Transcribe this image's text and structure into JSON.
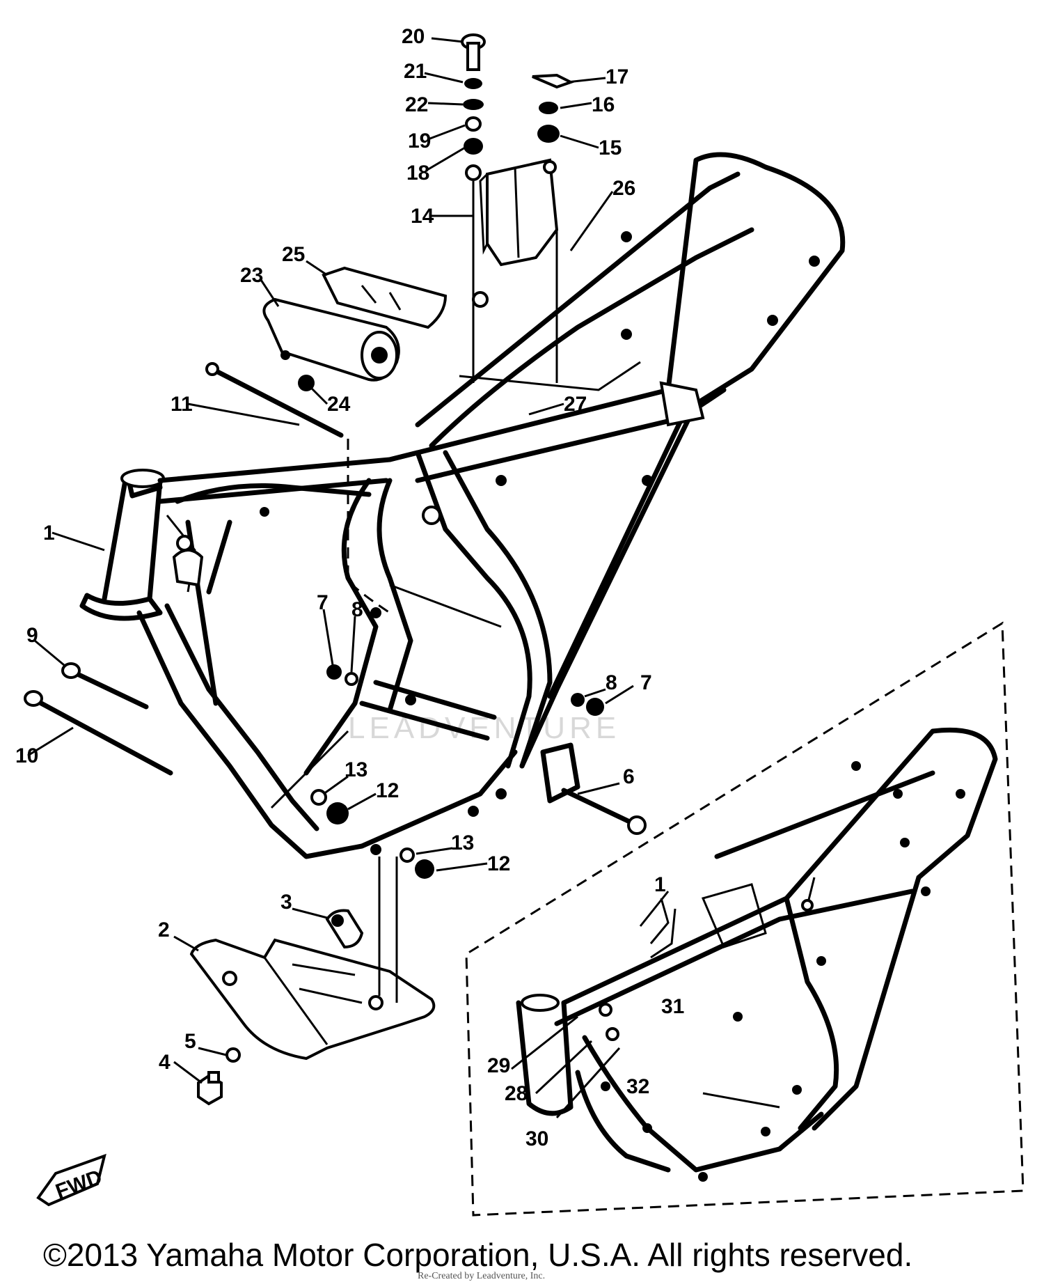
{
  "callouts": {
    "c20": "20",
    "c21": "21",
    "c22": "22",
    "c19": "19",
    "c18": "18",
    "c17": "17",
    "c16": "16",
    "c15": "15",
    "c14": "14",
    "c26": "26",
    "c25": "25",
    "c23": "23",
    "c11": "11",
    "c24": "24",
    "c27": "27",
    "c1": "1",
    "c9": "9",
    "c10": "10",
    "c7a": "7",
    "c8a": "8",
    "c8b": "8",
    "c7b": "7",
    "c13a": "13",
    "c12a": "12",
    "c6": "6",
    "c13b": "13",
    "c12b": "12",
    "c3": "3",
    "c2": "2",
    "c5": "5",
    "c4": "4",
    "c1b": "1",
    "c31": "31",
    "c29": "29",
    "c28": "28",
    "c32": "32",
    "c30": "30"
  },
  "forward_marker": "FWD",
  "watermark": "LEADVENTURE",
  "footer": {
    "copyright": "©2013 Yamaha Motor Corporation, U.S.A. All rights reserved.",
    "credit": "Re-Created by Leadventure, Inc."
  },
  "colors": {
    "ink": "#000000",
    "paper": "#ffffff",
    "watermark": "#d8d8d8"
  }
}
